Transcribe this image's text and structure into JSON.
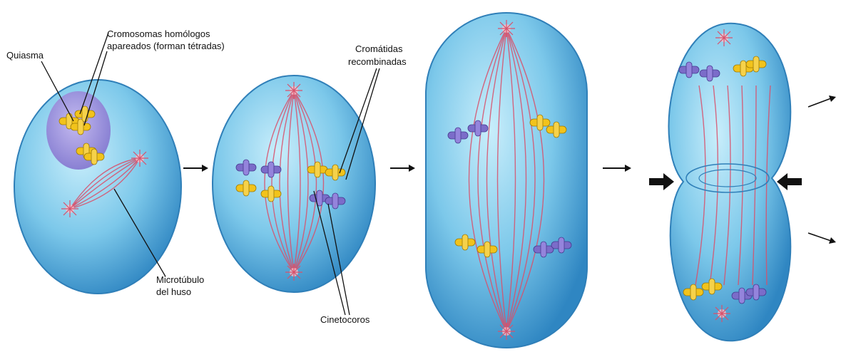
{
  "labels": {
    "quiasma": "Quiasma",
    "homologos_line1": "Cromosomas homólogos",
    "homologos_line2": "apareados (forman tétradas)",
    "cromatidas_line1": "Cromátidas",
    "cromatidas_line2": "recombinadas",
    "microtubulo_line1": "Microtúbulo",
    "microtubulo_line2": "del huso",
    "cinetocoros": "Cinetocoros"
  },
  "colors": {
    "cell_fill": "#5bb7e0",
    "cell_edge": "#2f7fb8",
    "nucleus": "#8f8fd6",
    "spindle": "#d9506b",
    "chromosome_yellow": "#f2c31b",
    "chromosome_purple": "#7b6cc9"
  }
}
